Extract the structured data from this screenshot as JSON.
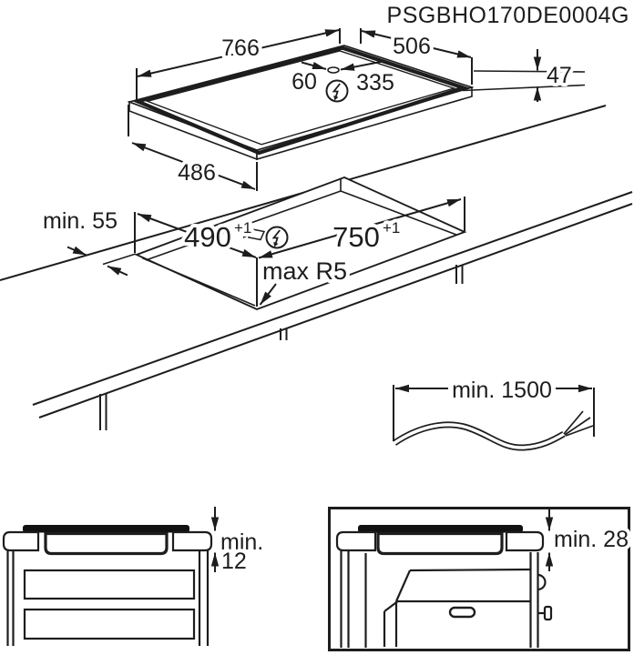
{
  "title": "PSGBHO170DE0004G",
  "colors": {
    "line": "#1d1d1d",
    "glass_fill": "#111111",
    "background": "#ffffff"
  },
  "hob_view": {
    "top_edge_width": "766",
    "side_edge_depth": "506",
    "cable_offset_from_left": "60",
    "cable_offset_from_right": "335",
    "hob_height": "47",
    "front_edge_width": "486",
    "power_icon": "lightning-bolt-circle"
  },
  "cutout_view": {
    "rear_clearance": "min. 55",
    "cutout_depth": "490",
    "cutout_depth_tolerance": "+1",
    "cutout_width": "750",
    "cutout_width_tolerance": "+1",
    "corner_radius": "max R5",
    "power_icon": "lightning-bolt-circle"
  },
  "cable_view": {
    "min_cable_length": "min. 1500"
  },
  "drawer_clearance_view": {
    "clearance_word": "min.",
    "clearance_value": "12"
  },
  "oven_clearance_view": {
    "clearance": "min. 28"
  }
}
